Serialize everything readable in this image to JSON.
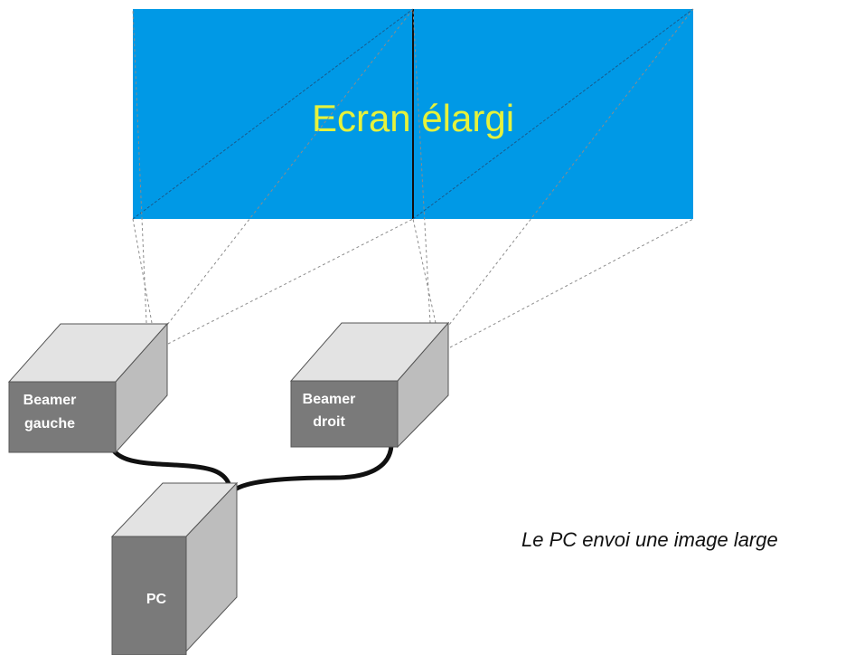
{
  "screen": {
    "title": "Ecran élargi",
    "fill_color": "#0099e6",
    "title_color": "#e6f23c"
  },
  "projectors": {
    "left": {
      "line1": "Beamer",
      "line2": "gauche"
    },
    "right": {
      "line1": "Beamer",
      "line2": "droit"
    }
  },
  "computer": {
    "label": "PC"
  },
  "caption": "Le PC envoi une image large",
  "colors": {
    "box_front": "#7a7a7a",
    "box_top": "#e3e3e3",
    "box_side": "#bdbdbd",
    "label_text": "#ffffff",
    "cable": "#111111",
    "projection_lines": "#8c8c8c"
  }
}
